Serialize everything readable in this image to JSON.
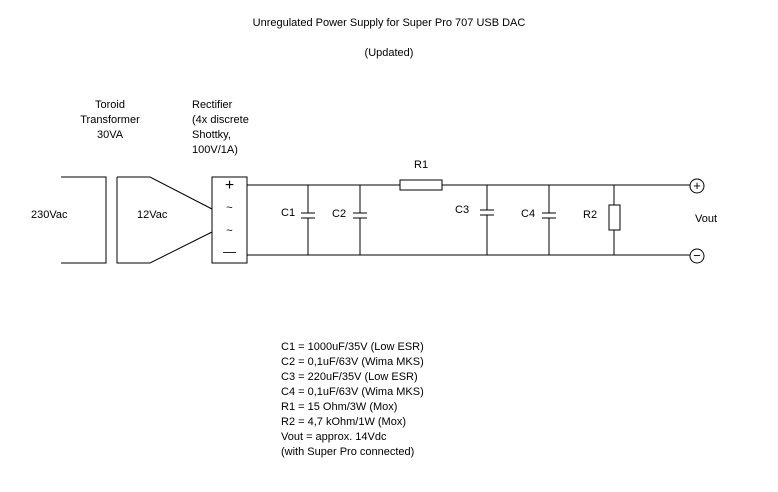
{
  "title": "Unregulated Power Supply for Super Pro 707 USB DAC",
  "subtitle": "(Updated)",
  "transformer": {
    "label_lines": [
      "Toroid",
      "Transformer",
      "30VA"
    ],
    "primary": "230Vac",
    "secondary": "12Vac"
  },
  "rectifier": {
    "label_lines": [
      "Rectifier",
      "(4x discrete",
      "Shottky,",
      "100V/1A)"
    ],
    "plus": "+",
    "ac1": "~",
    "ac2": "~",
    "minus": "—"
  },
  "components": {
    "c1": "C1",
    "c2": "C2",
    "c3": "C3",
    "c4": "C4",
    "r1": "R1",
    "r2": "R2"
  },
  "output": {
    "label": "Vout",
    "plus": "+",
    "minus": "−"
  },
  "parts_list": [
    "C1 = 1000uF/35V (Low ESR)",
    "C2 = 0,1uF/63V (Wima MKS)",
    "C3 = 220uF/35V (Low ESR)",
    "C4 = 0,1uF/63V (Wima MKS)",
    "R1 = 15 Ohm/3W (Mox)",
    "R2 = 4,7 kOhm/1W (Mox)",
    "Vout = approx. 14Vdc",
    "(with Super Pro connected)"
  ]
}
